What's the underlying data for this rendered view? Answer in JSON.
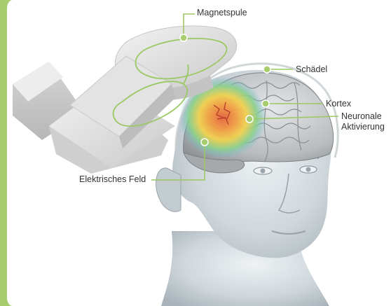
{
  "labels": {
    "coil": "Magnetspule",
    "skull": "Schädel",
    "cortex": "Kortex",
    "neuronal_line1": "Neuronale",
    "neuronal_line2": "Aktivierung",
    "field": "Elektrisches Feld"
  },
  "colors": {
    "accent_green": "#a7cd6f",
    "leader_line": "#9cc863",
    "coil_body": "#d9d9d9",
    "skin": "#c8d0d4",
    "brain": "#b9bcbe",
    "activation_hot": "#e8623a",
    "activation_warm": "#f2d24b",
    "activation_cool": "#66b7d8"
  }
}
